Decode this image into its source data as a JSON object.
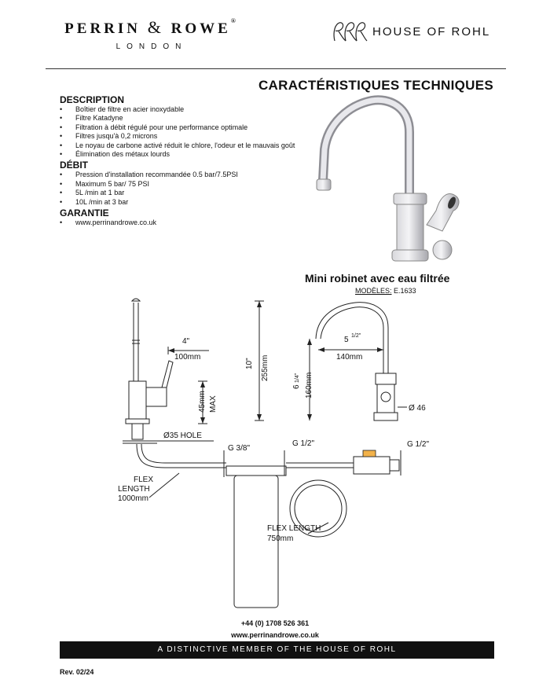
{
  "brand": {
    "left_name": "PERRIN",
    "left_amp": "&",
    "left_name2": "ROWE",
    "left_reg": "®",
    "left_city": "LONDON",
    "right_logo_text": "HOUSE OF ROHL"
  },
  "page_title": "CARACTÉRISTIQUES TECHNIQUES",
  "description": {
    "heading": "DESCRIPTION",
    "items": [
      "Boîtier de filtre en acier inoxydable",
      "Filtre Katadyne",
      "Filtration  à débit régulé pour une performance optimale",
      "Filtres jusqu'à 0,2 microns",
      "Le noyau de carbone activé réduit le chlore, l'odeur et le mauvais goût",
      "Élimination des métaux lourds"
    ]
  },
  "debit": {
    "heading": "DÉBIT",
    "items": [
      "Pression d'installation recommandée 0.5 bar/7.5PSI",
      "Maximum 5 bar/ 75 PSI",
      "5L /min at 1 bar",
      "10L /min at 3 bar"
    ]
  },
  "garantie": {
    "heading": "GARANTIE",
    "items": [
      "www.perrinandrowe.co.uk"
    ]
  },
  "product": {
    "name": "Mini robinet avec eau filtrée",
    "models_label": "MODÈLES:",
    "models_value": "E.1633"
  },
  "drawing_labels": {
    "reach_in": "4\"",
    "reach_mm": "100mm",
    "deck_mm": "45mm",
    "deck_max": "MAX",
    "hole": "Ø35 HOLE",
    "g38": "G 3/8\"",
    "g12_a": "G 1/2\"",
    "g12_b": "G 1/2\"",
    "flex_a_1": "FLEX",
    "flex_a_2": "LENGTH",
    "flex_a_3": "1000mm",
    "flex_b_1": "FLEX LENGTH",
    "flex_b_2": "750mm",
    "height_in": "10\"",
    "height_mm": "255mm",
    "spout_in": "5",
    "spout_frac": "1/2\"",
    "spout_mm": "140mm",
    "spout_h_in": "6",
    "spout_h_frac": "1/4\"",
    "spout_h_mm": "160mm",
    "base_dia": "Ø 46"
  },
  "footer": {
    "phone": "+44 (0) 1708 526 361",
    "website": "www.perrinandrowe.co.uk",
    "banner": "A DISTINCTIVE MEMBER OF THE HOUSE OF ROHL",
    "revision": "Rev. 02/24"
  }
}
